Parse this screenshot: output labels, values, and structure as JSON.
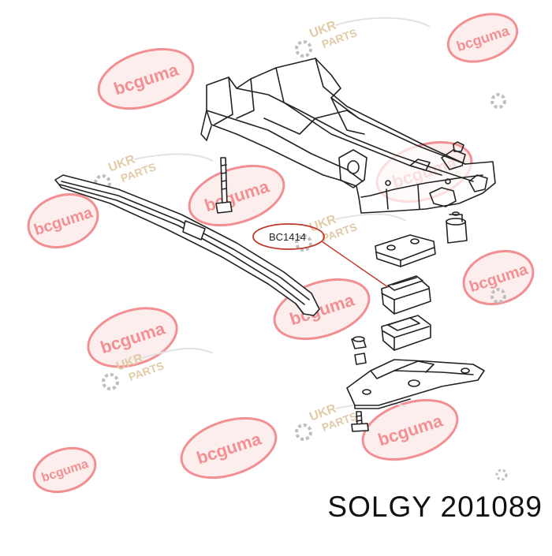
{
  "caption": "SOLGY 201089",
  "callout": {
    "label": "BC1414",
    "color": "#c0392b"
  },
  "watermarks": {
    "brand_text": "bcguma",
    "ukr_line1": "UKR",
    "ukr_line2": "PARTS",
    "oval_color": "#e8343a",
    "oval_fill": "#fbe1e1",
    "ukr_color": "#c8a060",
    "gear_icon": "gear-icon"
  },
  "colors": {
    "line": "#222222",
    "background": "#ffffff"
  }
}
